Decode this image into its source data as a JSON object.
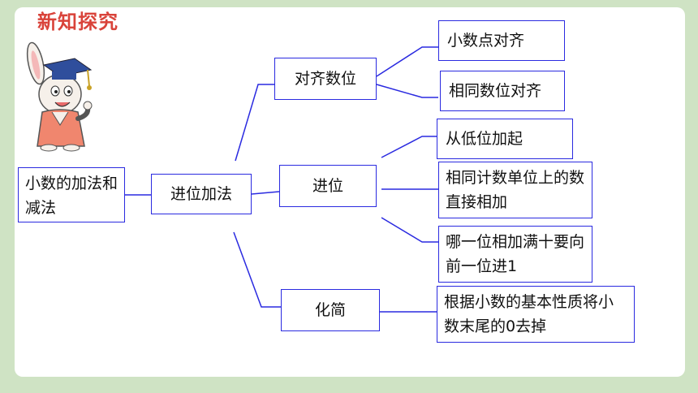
{
  "header": {
    "title": "新知探究"
  },
  "mindmap": {
    "root": "小数的加法和减法",
    "level1": "进位加法",
    "branches": [
      {
        "label": "对齐数位",
        "children": [
          "小数点对齐",
          "相同数位对齐"
        ]
      },
      {
        "label": "进位",
        "children": [
          "从低位加起",
          "相同计数单位上的数直接相加",
          "哪一位相加满十要向前一位进1"
        ]
      },
      {
        "label": "化简",
        "children": [
          "根据小数的基本性质将小数末尾的0去掉"
        ]
      }
    ]
  },
  "colors": {
    "line": "#2a2ae0",
    "title": "#d9433a",
    "frame": "#cfe3c4"
  }
}
